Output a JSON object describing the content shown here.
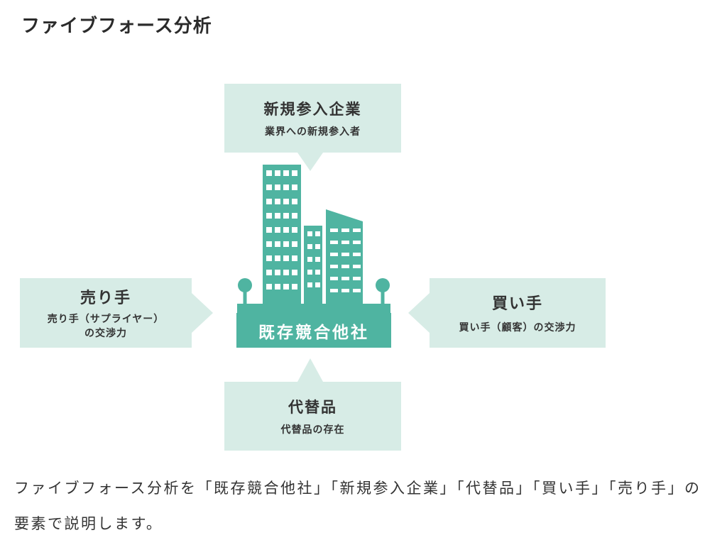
{
  "title": "ファイブフォース分析",
  "diagram": {
    "new_entrants": {
      "title": "新規参入企業",
      "subtitle": "業界への新規参入者"
    },
    "suppliers": {
      "title": "売り手",
      "subtitle_line1": "売り手（サプライヤー）",
      "subtitle_line2": "の交渉力"
    },
    "buyers": {
      "title": "買い手",
      "subtitle": "買い手（顧客）の交渉力"
    },
    "substitutes": {
      "title": "代替品",
      "subtitle": "代替品の存在"
    },
    "competitors": {
      "label": "既存競合他社"
    }
  },
  "description": "ファイブフォース分析を「既存競合他社」「新規参入企業」「代替品」「買い手」「売り手」の要素で説明します。",
  "colors": {
    "box_bg": "#d7ece6",
    "accent": "#4fb4a1",
    "text": "#333333",
    "center_label_text": "#ffffff"
  }
}
